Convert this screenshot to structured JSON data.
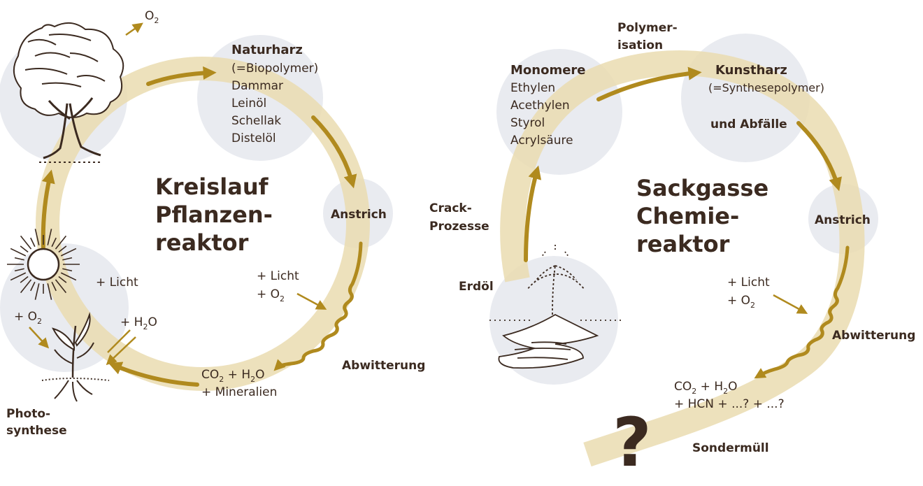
{
  "left": {
    "title": [
      "Kreislauf",
      "Pflanzen-",
      "reaktor"
    ],
    "naturharz": {
      "heading": "Naturharz",
      "lines": [
        "(=Biopolymer)",
        "Dammar",
        "Leinöl",
        "Schellak",
        "Distelöl"
      ]
    },
    "anstrich": "Anstrich",
    "licht_o2": [
      "+ Licht",
      "+ O"
    ],
    "abwitterung": "Abwitterung",
    "products": [
      "CO",
      " + H",
      "O",
      "+ Mineralien"
    ],
    "o2_top": "O",
    "sun_licht": "+ Licht",
    "plus_o2": "+ O",
    "plus_h2o": "+ H",
    "h2o_o": "O",
    "photosynthese": [
      "Photo-",
      "synthese"
    ],
    "sub2": "2"
  },
  "right": {
    "title": [
      "Sackgasse",
      "Chemie-",
      "reaktor"
    ],
    "polymerisation": [
      "Polymer-",
      "isation"
    ],
    "monomere": {
      "heading": "Monomere",
      "lines": [
        "Ethylen",
        "Acethylen",
        "Styrol",
        "Acrylsäure"
      ]
    },
    "kunstharz": {
      "heading": "Kunstharz",
      "sub": "(=Synthesepolymer)",
      "abfalle": "und Abfälle"
    },
    "crack": [
      "Crack-",
      "Prozesse"
    ],
    "erdol": "Erdöl",
    "anstrich": "Anstrich",
    "licht_o2": [
      "+ Licht",
      "+ O"
    ],
    "abwitterung": "Abwitterung",
    "products_1": [
      "CO",
      " + H",
      "O"
    ],
    "products_2": "+ HCN + ...? + ...?",
    "question": "?",
    "sondermull": "Sondermüll"
  },
  "colors": {
    "band": "#eadcb0",
    "arrow": "#b08a1e",
    "circle": "#e9ebf0",
    "text": "#3b2a20"
  }
}
